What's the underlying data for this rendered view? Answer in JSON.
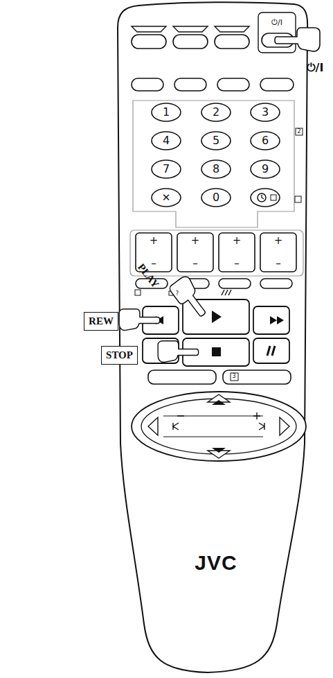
{
  "diagram": {
    "nodes": [
      {
        "text": [
          "REW"
        ]
      },
      {
        "text": [
          "STOP"
        ]
      }
    ],
    "labels": [
      "⏻/I",
      "⏻/I",
      "1",
      "2",
      "3",
      "4",
      "5",
      "6",
      "7",
      "8",
      "9",
      "✕",
      "0",
      "2",
      "+",
      "–",
      "+",
      "–",
      "+",
      "–",
      "+",
      "–",
      "?",
      "3",
      "PLAY",
      "JVC"
    ]
  }
}
